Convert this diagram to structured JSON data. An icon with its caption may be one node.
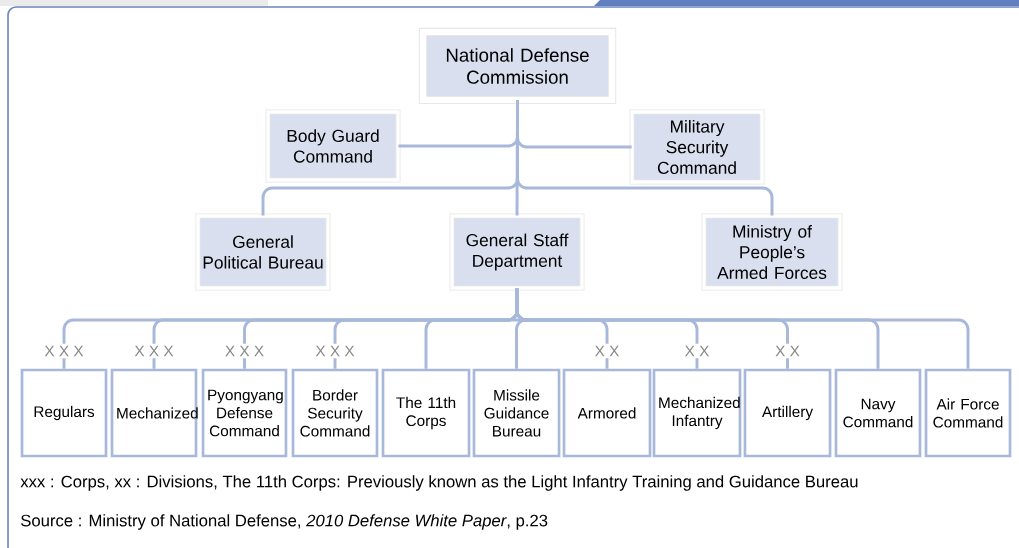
{
  "diagram": {
    "nodes": [
      {
        "text": [
          "National Defense Commission"
        ]
      },
      {
        "text": [
          "Body Guard Command"
        ]
      },
      {
        "text": [
          "Military Security Command"
        ]
      },
      {
        "text": [
          "General Political Bureau"
        ]
      },
      {
        "text": [
          "General Staff Department"
        ]
      },
      {
        "text": [
          "Ministry of People’s Armed Forces"
        ]
      },
      {
        "text": [
          "Regulars"
        ]
      },
      {
        "text": [
          "Mechanized"
        ]
      },
      {
        "text": [
          "Pyongyang Defense Command"
        ]
      },
      {
        "text": [
          "Border Security Command"
        ]
      },
      {
        "text": [
          "The 11th Corps"
        ]
      },
      {
        "text": [
          "Missile Guidance Bureau"
        ]
      },
      {
        "text": [
          "Armored"
        ]
      },
      {
        "text": [
          "Mechanized Infantry"
        ]
      },
      {
        "text": [
          "Artillery"
        ]
      },
      {
        "text": [
          "Navy Command"
        ]
      },
      {
        "text": [
          "Air Force Command"
        ]
      }
    ],
    "edges": [
      {
        "from": 0,
        "to": 1,
        "arrow": "none"
      },
      {
        "from": 0,
        "to": 2,
        "arrow": "none"
      },
      {
        "from": 0,
        "to": 3,
        "arrow": "none"
      },
      {
        "from": 0,
        "to": 4,
        "arrow": "none"
      },
      {
        "from": 0,
        "to": 5,
        "arrow": "none"
      },
      {
        "from": 4,
        "to": 6,
        "arrow": "none",
        "label": "X X X"
      },
      {
        "from": 4,
        "to": 7,
        "arrow": "none",
        "label": "X X X"
      },
      {
        "from": 4,
        "to": 8,
        "arrow": "none",
        "label": "X X X"
      },
      {
        "from": 4,
        "to": 9,
        "arrow": "none",
        "label": "X X X"
      },
      {
        "from": 4,
        "to": 10,
        "arrow": "none"
      },
      {
        "from": 4,
        "to": 11,
        "arrow": "none"
      },
      {
        "from": 4,
        "to": 12,
        "arrow": "none",
        "label": "X X"
      },
      {
        "from": 4,
        "to": 13,
        "arrow": "none",
        "label": "X X"
      },
      {
        "from": 4,
        "to": 14,
        "arrow": "none",
        "label": "X X"
      },
      {
        "from": 4,
        "to": 15,
        "arrow": "none"
      },
      {
        "from": 4,
        "to": 16,
        "arrow": "none"
      }
    ],
    "labels": [
      "xxx : Corps, xx : Divisions, The 11th Corps: Previously known as the Light Infantry Training and Guidance Bureau",
      "Source : Ministry of National Defense, *2010 Defense White Paper*, p.23"
    ]
  }
}
